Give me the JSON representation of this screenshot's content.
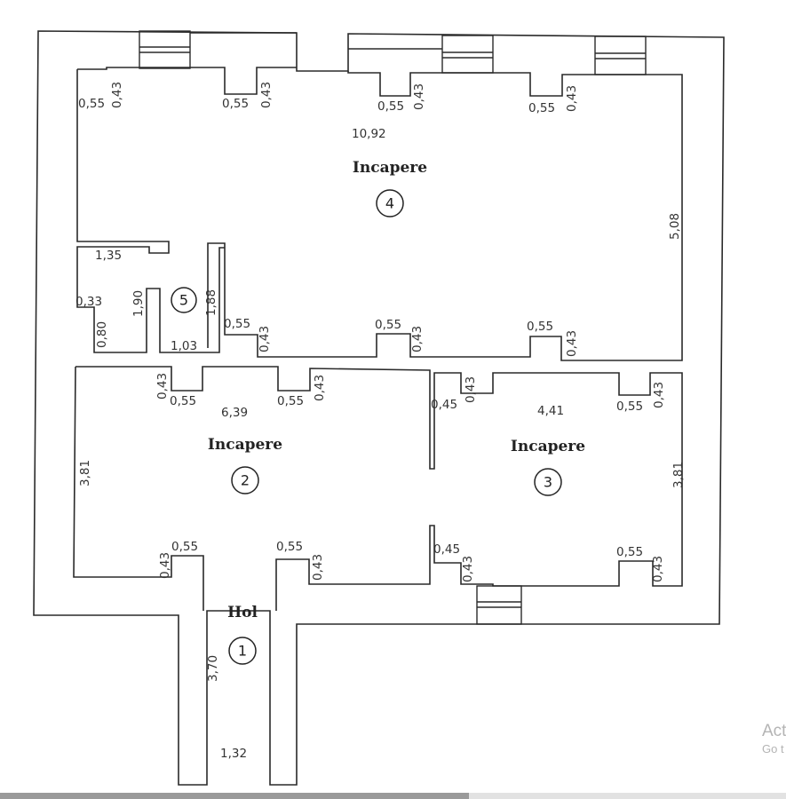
{
  "plan": {
    "rooms": [
      {
        "id": "room-4",
        "name": "Incapere",
        "number": "4"
      },
      {
        "id": "room-2",
        "name": "Incapere",
        "number": "2"
      },
      {
        "id": "room-3",
        "name": "Incapere",
        "number": "3"
      },
      {
        "id": "room-1",
        "name": "Hol",
        "number": "1"
      },
      {
        "id": "room-5",
        "name": "",
        "number": "5"
      }
    ],
    "dimensions": {
      "d_055_a": "0,55",
      "d_043_a": "0,43",
      "d_055_b": "0,55",
      "d_043_b": "0,43",
      "d_055_c": "0,55",
      "d_043_c": "0,43",
      "d_055_d": "0,55",
      "d_043_d": "0,43",
      "d_1092": "10,92",
      "d_508": "5,08",
      "d_135": "1,35",
      "d_033": "0,33",
      "d_190": "1,90",
      "d_080": "0,80",
      "d_188": "1,88",
      "d_103": "1,03",
      "d_055_e": "0,55",
      "d_043_e": "0,43",
      "d_055_f": "0,55",
      "d_043_f": "0,43",
      "d_055_g": "0,55",
      "d_043_g": "0,43",
      "d_043_h": "0,43",
      "d_055_h": "0,55",
      "d_639": "6,39",
      "d_055_i": "0,55",
      "d_043_i": "0,43",
      "d_045_a": "0,45",
      "d_043_j": "0,43",
      "d_441": "4,41",
      "d_055_j": "0,55",
      "d_043_k": "0,43",
      "d_381_a": "3,81",
      "d_381_b": "3,81",
      "d_043_l": "0,43",
      "d_055_k": "0,55",
      "d_055_l": "0,55",
      "d_043_m": "0,43",
      "d_045_b": "0,45",
      "d_043_n": "0,43",
      "d_055_m": "0,55",
      "d_043_o": "0,43",
      "d_370": "3,70",
      "d_132": "1,32"
    }
  },
  "overlay": {
    "watermark_line1": "Act",
    "watermark_line2": "Go t"
  }
}
